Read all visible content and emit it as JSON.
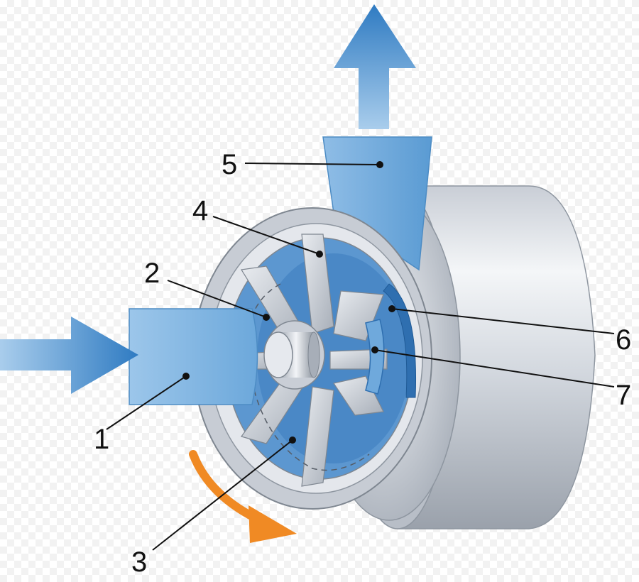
{
  "diagram": {
    "callouts": [
      {
        "id": "1",
        "text": "1"
      },
      {
        "id": "2",
        "text": "2"
      },
      {
        "id": "3",
        "text": "3"
      },
      {
        "id": "4",
        "text": "4"
      },
      {
        "id": "5",
        "text": "5"
      },
      {
        "id": "6",
        "text": "6"
      },
      {
        "id": "7",
        "text": "7"
      }
    ]
  },
  "colors": {
    "airflow_blue": "#3d86c6",
    "airflow_light": "#a9cdec",
    "metal_light": "#e6e9ee",
    "metal_dark": "#8e96a0",
    "rotation_orange": "#f08a24",
    "leader_line": "#111111"
  }
}
